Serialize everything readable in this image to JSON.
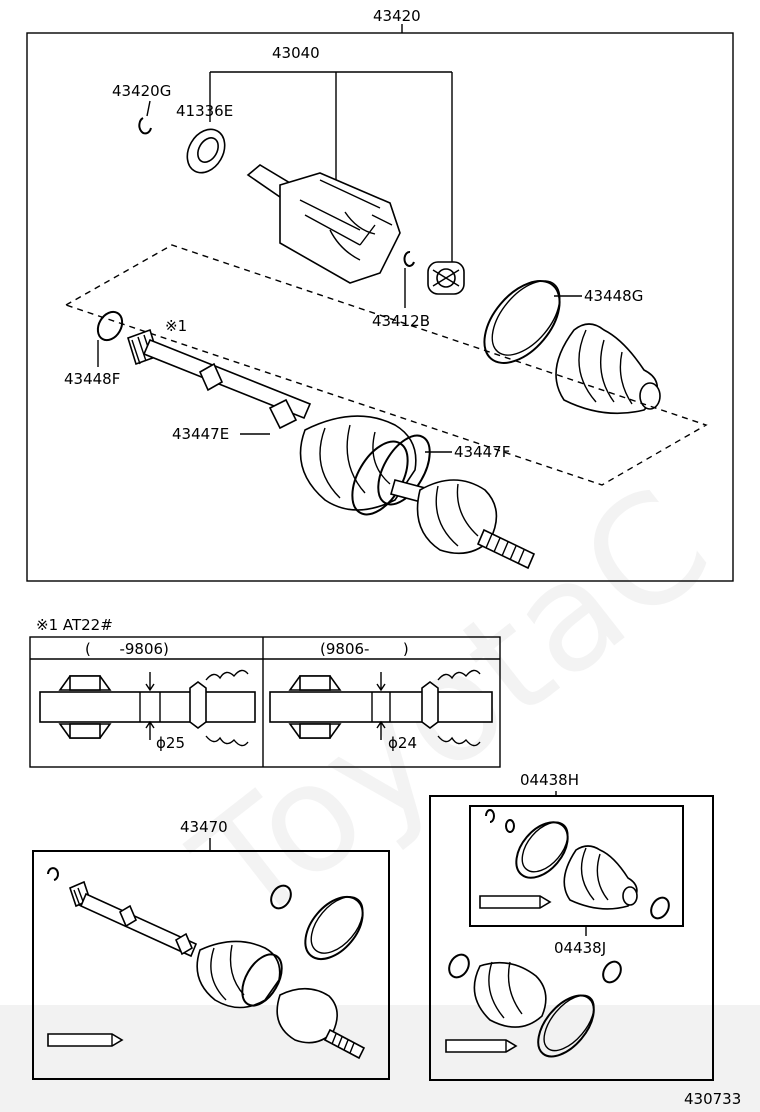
{
  "labels": {
    "assy_main": "43420",
    "inboard_joint": "43040",
    "snap_ring_g": "43420G",
    "seal_e": "41336E",
    "snap_ring_b": "43412B",
    "band_g": "43448G",
    "band_f": "43448F",
    "note_marker": "※1",
    "clamp_e": "43447E",
    "clamp_f": "43447F",
    "assy_second": "43470",
    "boot_kit_h": "04438H",
    "boot_kit_j": "04438J",
    "diagram_code": "430733"
  },
  "note_table": {
    "title": "※1 AT22#",
    "col_left": "(      -9806)",
    "col_right": "(9806-       )",
    "dia_left": "ϕ25",
    "dia_right": "ϕ24"
  },
  "watermark": "ToyotaC"
}
